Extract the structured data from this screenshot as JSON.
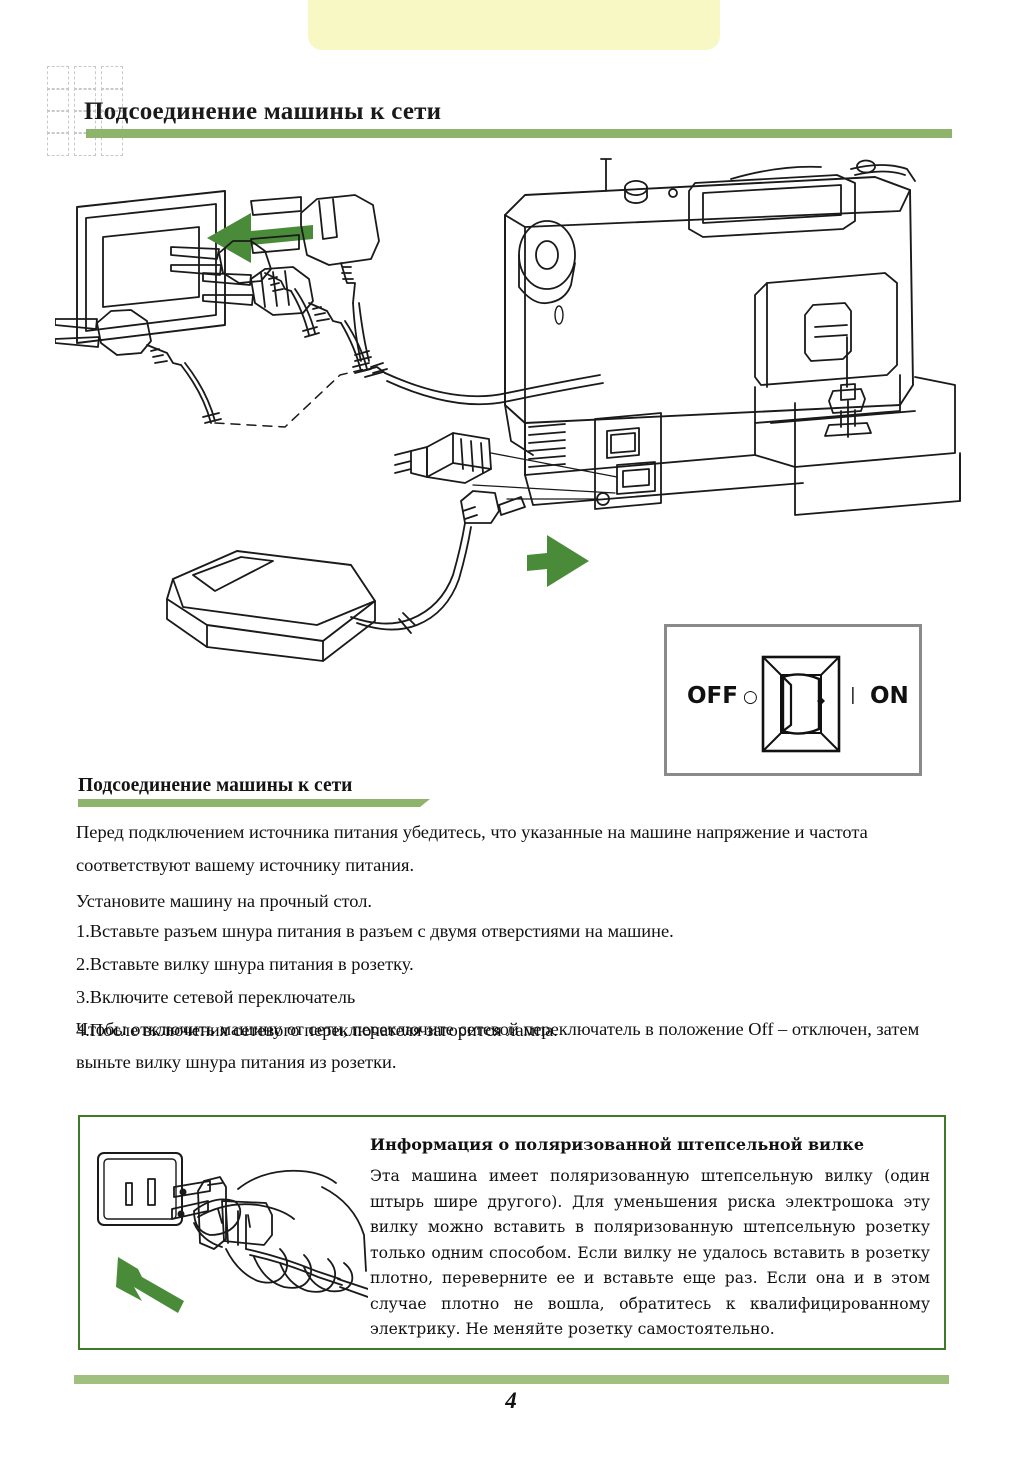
{
  "page": {
    "title": "Подсоединение машины к сети",
    "number": "4",
    "accent_green": "#8db46a",
    "arrow_green": "#4a8b3a",
    "box_green": "#3f7a28",
    "footer_green": "#9fc07e",
    "tab_yellow": "#f8f8c4"
  },
  "switch_panel": {
    "off_label": "OFF",
    "on_label": "ON",
    "off_symbol": "○",
    "on_symbol": "|"
  },
  "section": {
    "heading": "Подсоединение машины к сети",
    "intro": "Перед подключением источника питания убедитесь, что указанные на машине напряжение и частота соответствуют вашему источнику питания.",
    "place": "Установите машину на прочный стол.",
    "steps": [
      "1.Вставьте разъем шнура питания в разъем с двумя отверстиями на машине.",
      "2.Вставьте вилку шнура питания в розетку.",
      "3.Включите сетевой переключатель",
      "4.После включения сетевого переключателя загорится лампа."
    ],
    "turn_off": "Чтобы отключить машину от сети, переключите сетевой переключатель в положение Off – отключен, затем выньте вилку шнура питания из розетки."
  },
  "info_box": {
    "title": "Информация о поляризованной штепсельной вилке",
    "body": "Эта машина имеет поляризованную штепсельную вилку (один штырь шире другого). Для уменьшения риска электрошока эту вилку можно вставить в поляризованную штепсельную розетку только одним способом. Если вилку не удалось вставить в розетку плотно, переверните ее и вставьте еще раз. Если она и в этом случае плотно не вошла, обратитесь к квалифицированному электрику. Не меняйте розетку самостоятельно."
  }
}
